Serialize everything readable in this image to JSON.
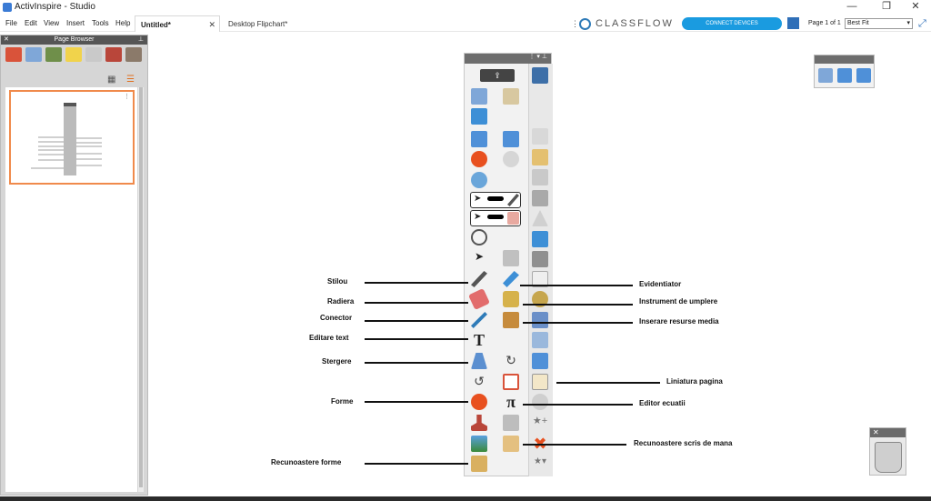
{
  "window": {
    "title": "ActivInspire - Studio",
    "controls": {
      "minimize": "—",
      "maximize": "❐",
      "close": "✕"
    }
  },
  "menu": [
    "File",
    "Edit",
    "View",
    "Insert",
    "Tools",
    "Help"
  ],
  "tabs": [
    {
      "label": "Untitled*",
      "active": true
    },
    {
      "label": "Desktop Flipchart*",
      "active": false
    }
  ],
  "header": {
    "brand": "CLASSFLOW",
    "connect_label": "CONNECT DEVICES",
    "page_indicator": "Page 1 of 1",
    "zoom": "Best Fit",
    "accent": "#1a9be0"
  },
  "page_browser": {
    "title": "Page Browser",
    "thumb_highlight": "#f08a4b"
  },
  "annotations": {
    "left": [
      "Stilou",
      "Radiera",
      "Conector",
      "Editare text",
      "Stergere",
      "Forme",
      "Recunoastere forme"
    ],
    "right": [
      "Evidentiator",
      "Instrument de umplere",
      "Inserare resurse media",
      "Liniatura pagina",
      "Editor ecuatii",
      "Recunoastere scris de mana"
    ]
  }
}
